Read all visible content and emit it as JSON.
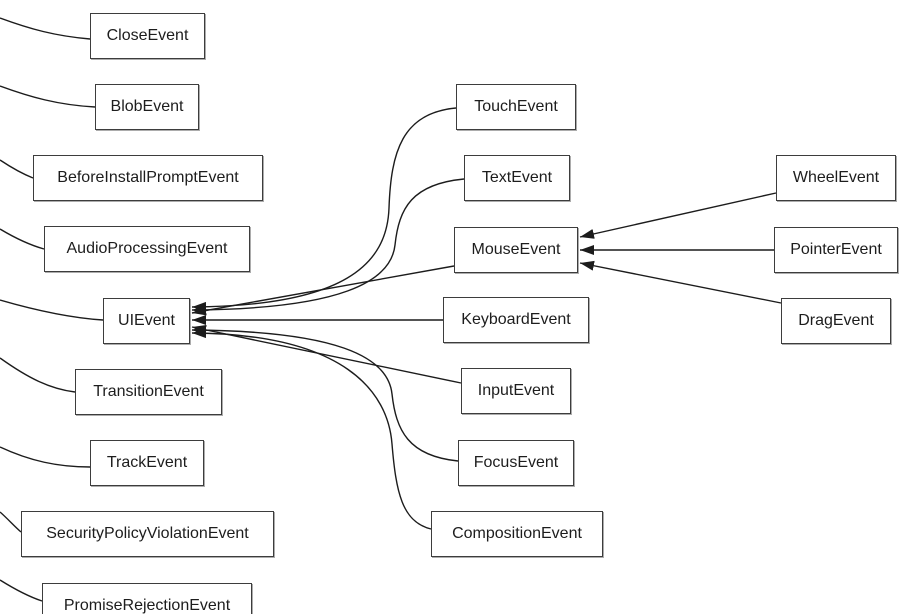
{
  "diagram": {
    "description": "Class inheritance graph of DOM event interfaces; arrows point from derived event classes to their base class. Additional edges lead off-screen to the left toward an unseen common base.",
    "colors": {
      "background": "#ffffff",
      "node_border": "#3d3d3d",
      "edge": "#1c1c1c",
      "text": "#1d1d1d"
    },
    "nodes": [
      {
        "label": "CloseEvent"
      },
      {
        "label": "BlobEvent"
      },
      {
        "label": "BeforeInstallPromptEvent"
      },
      {
        "label": "AudioProcessingEvent"
      },
      {
        "label": "UIEvent"
      },
      {
        "label": "TransitionEvent"
      },
      {
        "label": "TrackEvent"
      },
      {
        "label": "SecurityPolicyViolationEvent"
      },
      {
        "label": "PromiseRejectionEvent"
      },
      {
        "label": "TouchEvent"
      },
      {
        "label": "TextEvent"
      },
      {
        "label": "MouseEvent"
      },
      {
        "label": "KeyboardEvent"
      },
      {
        "label": "InputEvent"
      },
      {
        "label": "FocusEvent"
      },
      {
        "label": "CompositionEvent"
      },
      {
        "label": "WheelEvent"
      },
      {
        "label": "PointerEvent"
      },
      {
        "label": "DragEvent"
      }
    ],
    "edges": [
      {
        "from": "CloseEvent",
        "to": "offscreen-left"
      },
      {
        "from": "BlobEvent",
        "to": "offscreen-left"
      },
      {
        "from": "BeforeInstallPromptEvent",
        "to": "offscreen-left"
      },
      {
        "from": "AudioProcessingEvent",
        "to": "offscreen-left"
      },
      {
        "from": "UIEvent",
        "to": "offscreen-left"
      },
      {
        "from": "TransitionEvent",
        "to": "offscreen-left"
      },
      {
        "from": "TrackEvent",
        "to": "offscreen-left"
      },
      {
        "from": "SecurityPolicyViolationEvent",
        "to": "offscreen-left"
      },
      {
        "from": "PromiseRejectionEvent",
        "to": "offscreen-left"
      },
      {
        "from": "TouchEvent",
        "to": "UIEvent"
      },
      {
        "from": "TextEvent",
        "to": "UIEvent"
      },
      {
        "from": "MouseEvent",
        "to": "UIEvent"
      },
      {
        "from": "KeyboardEvent",
        "to": "UIEvent"
      },
      {
        "from": "InputEvent",
        "to": "UIEvent"
      },
      {
        "from": "FocusEvent",
        "to": "UIEvent"
      },
      {
        "from": "CompositionEvent",
        "to": "UIEvent"
      },
      {
        "from": "WheelEvent",
        "to": "MouseEvent"
      },
      {
        "from": "PointerEvent",
        "to": "MouseEvent"
      },
      {
        "from": "DragEvent",
        "to": "MouseEvent"
      }
    ]
  }
}
